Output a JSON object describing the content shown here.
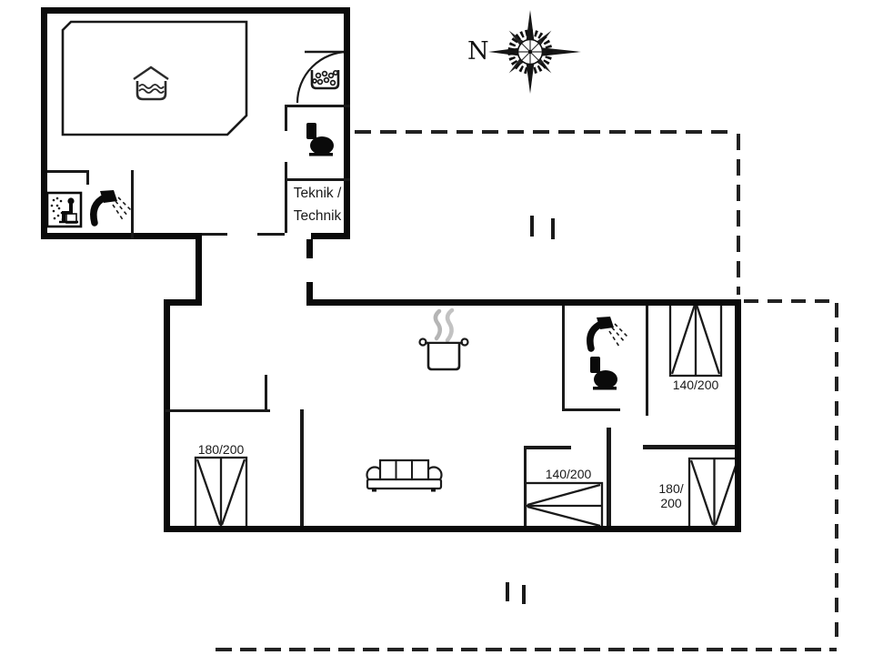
{
  "plan": {
    "type": "floor-plan",
    "compass": {
      "label": "N"
    },
    "rooms": {
      "teknik": {
        "label_line1": "Teknik /",
        "label_line2": "Technik"
      }
    },
    "beds": [
      {
        "name": "double-bed-west-bedroom",
        "label": "180/200"
      },
      {
        "name": "double-bed-northeast-bedroom",
        "label": "140/200"
      },
      {
        "name": "double-bed-south-bedroom",
        "label": "140/200"
      },
      {
        "name": "double-bed-southeast-bedroom",
        "label_line1": "180/",
        "label_line2": "200"
      }
    ],
    "icons": [
      "compass-rose",
      "swimming-pool",
      "whirlpool-bubbles",
      "toilet",
      "sauna",
      "shower-head",
      "cooking-pot-stove",
      "sofa",
      "bed-symbol"
    ],
    "colors": {
      "wall": "#0a0a0a",
      "line": "#1a1a1a",
      "steam": "#b5b5b5",
      "background": "#ffffff",
      "dashed_boundary": "#222222"
    }
  }
}
